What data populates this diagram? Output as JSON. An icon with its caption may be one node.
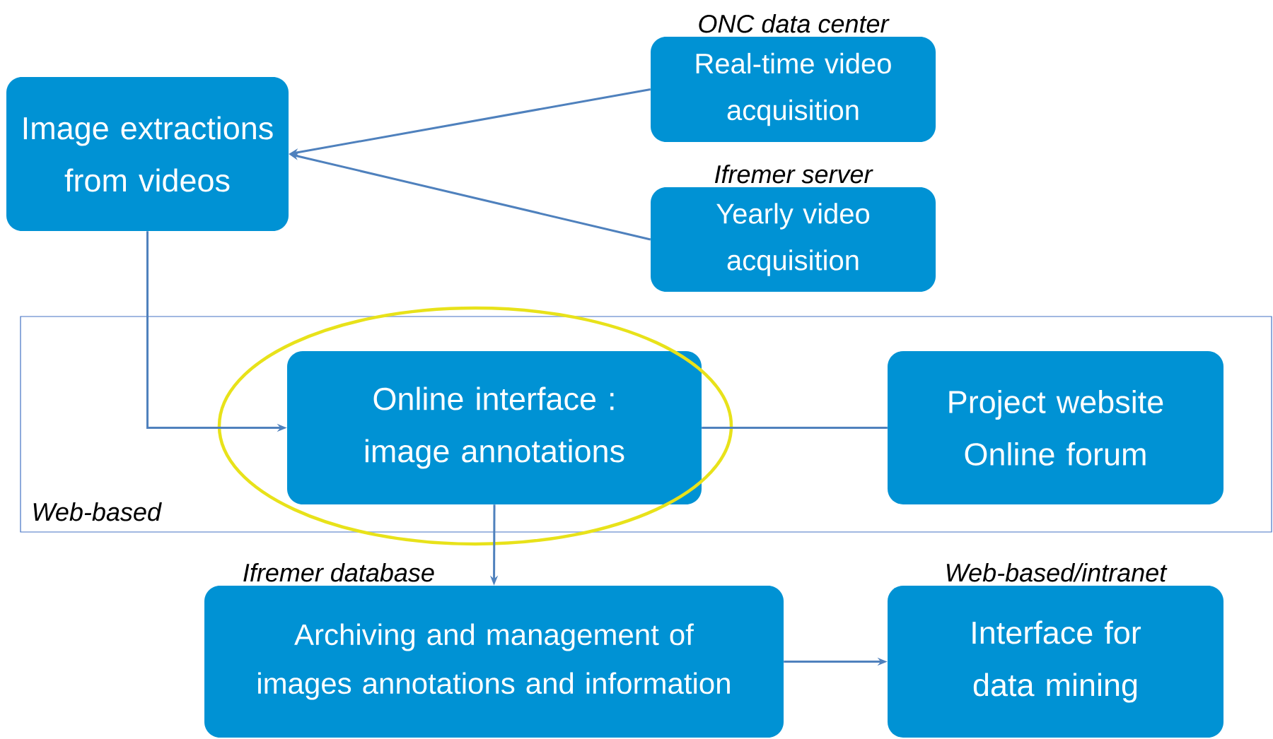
{
  "diagram": {
    "nodes": [
      {
        "text": [
          "Image extractions from videos"
        ]
      },
      {
        "text": [
          "ONC data center",
          "Real-time video acquisition"
        ]
      },
      {
        "text": [
          "Ifremer server",
          "Yearly video acquisition"
        ]
      },
      {
        "text": [
          "Web-based"
        ]
      },
      {
        "text": [
          "Online interface : image annotations"
        ],
        "in": 3
      },
      {
        "text": [
          "Project website Online forum"
        ],
        "in": 3
      },
      {
        "text": [
          "Ifremer database",
          "Archiving and management of images annotations and information"
        ]
      },
      {
        "text": [
          "Web-based/intranet",
          "Interface for data mining"
        ]
      }
    ],
    "edges": [
      {
        "from": 1,
        "to": 0,
        "arrow": "to"
      },
      {
        "from": 2,
        "to": 0,
        "arrow": "to"
      },
      {
        "from": 0,
        "to": 4,
        "arrow": "to"
      },
      {
        "from": 4,
        "to": 5,
        "arrow": "none"
      },
      {
        "from": 4,
        "to": 6,
        "arrow": "to"
      },
      {
        "from": 6,
        "to": 7,
        "arrow": "to"
      }
    ]
  }
}
